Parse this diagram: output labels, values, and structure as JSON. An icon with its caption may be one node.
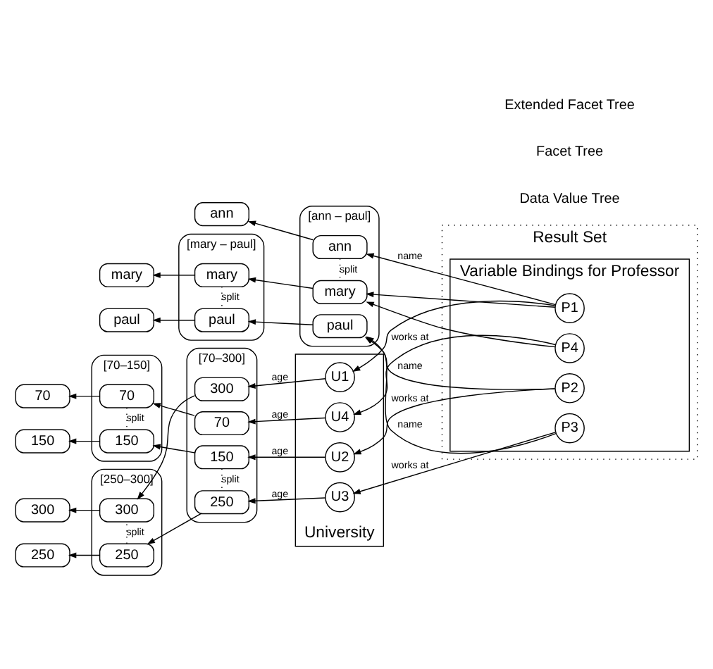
{
  "diagram": {
    "nodes": [
      {
        "text": [
          "ann"
        ]
      },
      {
        "text": [
          "[mary – paul]"
        ]
      },
      {
        "text": [
          "mary"
        ],
        "in": 1
      },
      {
        "text": [
          "paul"
        ],
        "in": 1
      },
      {
        "text": [
          "[ann – paul]"
        ]
      },
      {
        "text": [
          "ann"
        ],
        "in": 4
      },
      {
        "text": [
          "mary"
        ],
        "in": 4
      },
      {
        "text": [
          "paul"
        ],
        "in": 4
      },
      {
        "text": [
          "mary"
        ]
      },
      {
        "text": [
          "paul"
        ]
      },
      {
        "text": [
          "Result Set"
        ]
      },
      {
        "text": [
          "Variable Bindings for Professor"
        ],
        "in": 10
      },
      {
        "text": [
          "P2"
        ],
        "in": 11
      },
      {
        "text": [
          "P4"
        ],
        "in": 11
      },
      {
        "text": [
          "P1"
        ],
        "in": 11
      },
      {
        "text": [
          "P3"
        ],
        "in": 11
      },
      {
        "text": [
          "[70–150]"
        ]
      },
      {
        "text": [
          "70"
        ],
        "in": 16
      },
      {
        "text": [
          "150"
        ],
        "in": 16
      },
      {
        "text": [
          "[250–300]"
        ]
      },
      {
        "text": [
          "250"
        ],
        "in": 19
      },
      {
        "text": [
          "300"
        ],
        "in": 19
      },
      {
        "text": [
          "[70–300]"
        ]
      },
      {
        "text": [
          "70"
        ],
        "in": 22
      },
      {
        "text": [
          "150"
        ],
        "in": 22
      },
      {
        "text": [
          "250"
        ],
        "in": 22
      },
      {
        "text": [
          "300"
        ],
        "in": 22
      },
      {
        "text": [
          "70"
        ]
      },
      {
        "text": [
          "150"
        ]
      },
      {
        "text": [
          "250"
        ]
      },
      {
        "text": [
          "300"
        ]
      },
      {
        "text": [
          "University"
        ]
      },
      {
        "text": [
          "U4"
        ],
        "in": 31
      },
      {
        "text": [
          "U2"
        ],
        "in": 31
      },
      {
        "text": [
          "U3"
        ],
        "in": 31
      },
      {
        "text": [
          "U1"
        ],
        "in": 31
      }
    ],
    "edges": [
      {
        "from": 5,
        "to": 0,
        "arrow": "to"
      },
      {
        "from": 6,
        "to": 2,
        "arrow": "to"
      },
      {
        "from": 7,
        "to": 3,
        "arrow": "to"
      },
      {
        "from": 2,
        "to": 8,
        "arrow": "to"
      },
      {
        "from": 3,
        "to": 9,
        "arrow": "to"
      },
      {
        "from": 5,
        "to": 6,
        "arrow": "none",
        "label": "split",
        "style": "dashed"
      },
      {
        "from": 2,
        "to": 3,
        "arrow": "none",
        "label": "split",
        "style": "dashed"
      },
      {
        "from": 14,
        "to": 5,
        "arrow": "to",
        "label": "name"
      },
      {
        "from": 13,
        "to": 6,
        "arrow": "to"
      },
      {
        "from": 14,
        "to": 6,
        "arrow": "to"
      },
      {
        "from": 12,
        "to": 7,
        "arrow": "to",
        "label": "name"
      },
      {
        "from": 15,
        "to": 7,
        "arrow": "to",
        "label": "name"
      },
      {
        "from": 13,
        "to": 32,
        "arrow": "to",
        "label": "works at"
      },
      {
        "from": 12,
        "to": 33,
        "arrow": "to",
        "label": "works at"
      },
      {
        "from": 15,
        "to": 34,
        "arrow": "to",
        "label": "works at"
      },
      {
        "from": 14,
        "to": 35,
        "arrow": "to"
      },
      {
        "from": 32,
        "to": 23,
        "arrow": "to",
        "label": "age"
      },
      {
        "from": 33,
        "to": 24,
        "arrow": "to",
        "label": "age"
      },
      {
        "from": 34,
        "to": 25,
        "arrow": "to",
        "label": "age"
      },
      {
        "from": 35,
        "to": 26,
        "arrow": "to",
        "label": "age"
      },
      {
        "from": 23,
        "to": 17,
        "arrow": "to"
      },
      {
        "from": 24,
        "to": 18,
        "arrow": "to"
      },
      {
        "from": 25,
        "to": 20,
        "arrow": "to"
      },
      {
        "from": 26,
        "to": 21,
        "arrow": "to"
      },
      {
        "from": 17,
        "to": 27,
        "arrow": "to"
      },
      {
        "from": 18,
        "to": 28,
        "arrow": "to"
      },
      {
        "from": 20,
        "to": 29,
        "arrow": "to"
      },
      {
        "from": 21,
        "to": 30,
        "arrow": "to"
      },
      {
        "from": 17,
        "to": 18,
        "arrow": "none",
        "label": "split",
        "style": "dashed"
      },
      {
        "from": 24,
        "to": 25,
        "arrow": "none",
        "label": "split",
        "style": "dashed"
      },
      {
        "from": 20,
        "to": 21,
        "arrow": "none",
        "label": "split",
        "style": "dashed"
      }
    ],
    "labels": [
      "Data Value Tree",
      "Facet Tree",
      "Extended Facet Tree"
    ]
  }
}
